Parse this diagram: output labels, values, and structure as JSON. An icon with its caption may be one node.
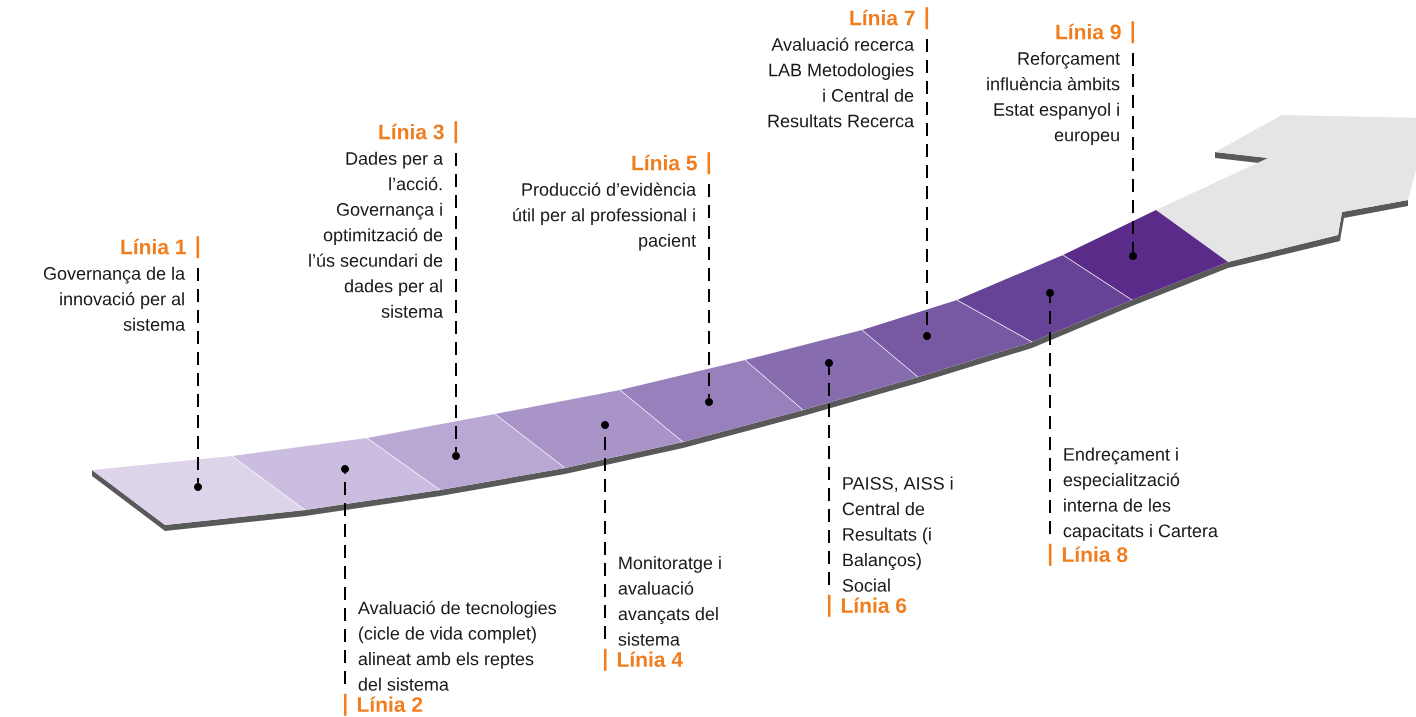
{
  "diagram": {
    "nodes": [
      {
        "text": [
          "Línia 1",
          "Governança de la innovació per al sistema"
        ]
      },
      {
        "text": [
          "Avaluació de tecnologies (cicle de vida complet) alineat amb els reptes del sistema",
          "Línia 2"
        ]
      },
      {
        "text": [
          "Línia 3",
          "Dades per a l’acció. Governança i optimització de l’ús secundari de dades per al sistema"
        ]
      },
      {
        "text": [
          "Monitoratge i avaluació avançats del sistema",
          "Línia 4"
        ]
      },
      {
        "text": [
          "Línia 5",
          "Producció d’evidència útil per al professional i pacient"
        ]
      },
      {
        "text": [
          "PAISS, AISS i Central de Resultats (i Balanços) Social",
          "Línia 6"
        ]
      },
      {
        "text": [
          "Línia 7",
          "Avaluació recerca LAB Metodologies i Central de Resultats Recerca"
        ]
      },
      {
        "text": [
          "Endreçament i especialització interna de les capacitats i Cartera",
          "Línia 8"
        ]
      },
      {
        "text": [
          "Línia 9",
          "Reforçament influència àmbits Estat espanyol i europeu"
        ]
      },
      {
        "text": [],
        "shape": "circle"
      },
      {
        "text": [],
        "shape": "circle"
      },
      {
        "text": [],
        "shape": "circle"
      },
      {
        "text": [],
        "shape": "circle"
      },
      {
        "text": [],
        "shape": "circle"
      },
      {
        "text": [],
        "shape": "circle"
      },
      {
        "text": [],
        "shape": "circle"
      },
      {
        "text": [],
        "shape": "circle"
      },
      {
        "text": [],
        "shape": "circle"
      }
    ],
    "edges": [
      {
        "from": 0,
        "to": 9,
        "arrow": "none",
        "style": "dashed"
      },
      {
        "from": 1,
        "to": 10,
        "arrow": "none",
        "style": "dashed"
      },
      {
        "from": 2,
        "to": 11,
        "arrow": "none",
        "style": "dashed"
      },
      {
        "from": 3,
        "to": 12,
        "arrow": "none",
        "style": "dashed"
      },
      {
        "from": 4,
        "to": 13,
        "arrow": "none",
        "style": "dashed"
      },
      {
        "from": 5,
        "to": 14,
        "arrow": "none",
        "style": "dashed"
      },
      {
        "from": 6,
        "to": 15,
        "arrow": "none",
        "style": "dashed"
      },
      {
        "from": 7,
        "to": 16,
        "arrow": "none",
        "style": "dashed"
      },
      {
        "from": 8,
        "to": 17,
        "arrow": "none",
        "style": "dashed"
      }
    ]
  }
}
